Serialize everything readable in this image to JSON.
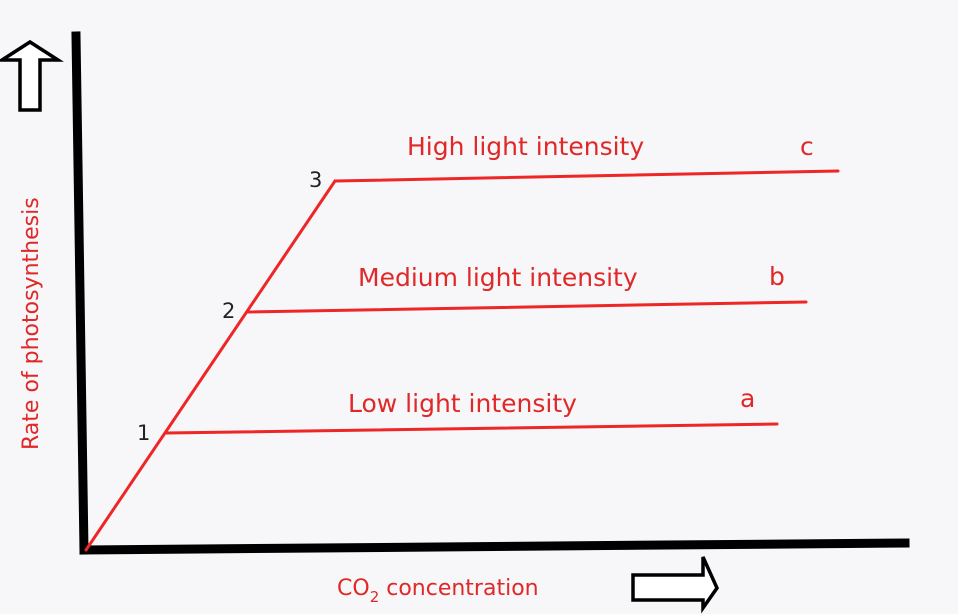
{
  "y_axis": {
    "label": "Rate of photosynthesis"
  },
  "x_axis": {
    "label_prefix": "CO",
    "label_subscript": "2",
    "label_suffix": " concentration"
  },
  "curves": [
    {
      "label": "Low light intensity",
      "end_letter": "a",
      "plateau_point": "1"
    },
    {
      "label": "Medium light intensity",
      "end_letter": "b",
      "plateau_point": "2"
    },
    {
      "label": "High light intensity",
      "end_letter": "c",
      "plateau_point": "3"
    }
  ],
  "colors": {
    "curve": "#ee2626",
    "text": "#e02828",
    "axis": "#000000",
    "background": "#f7f6f8"
  },
  "icons": {
    "y_axis_arrow": "hollow-up-arrow-icon",
    "x_axis_arrow": "hollow-right-arrow-icon"
  }
}
